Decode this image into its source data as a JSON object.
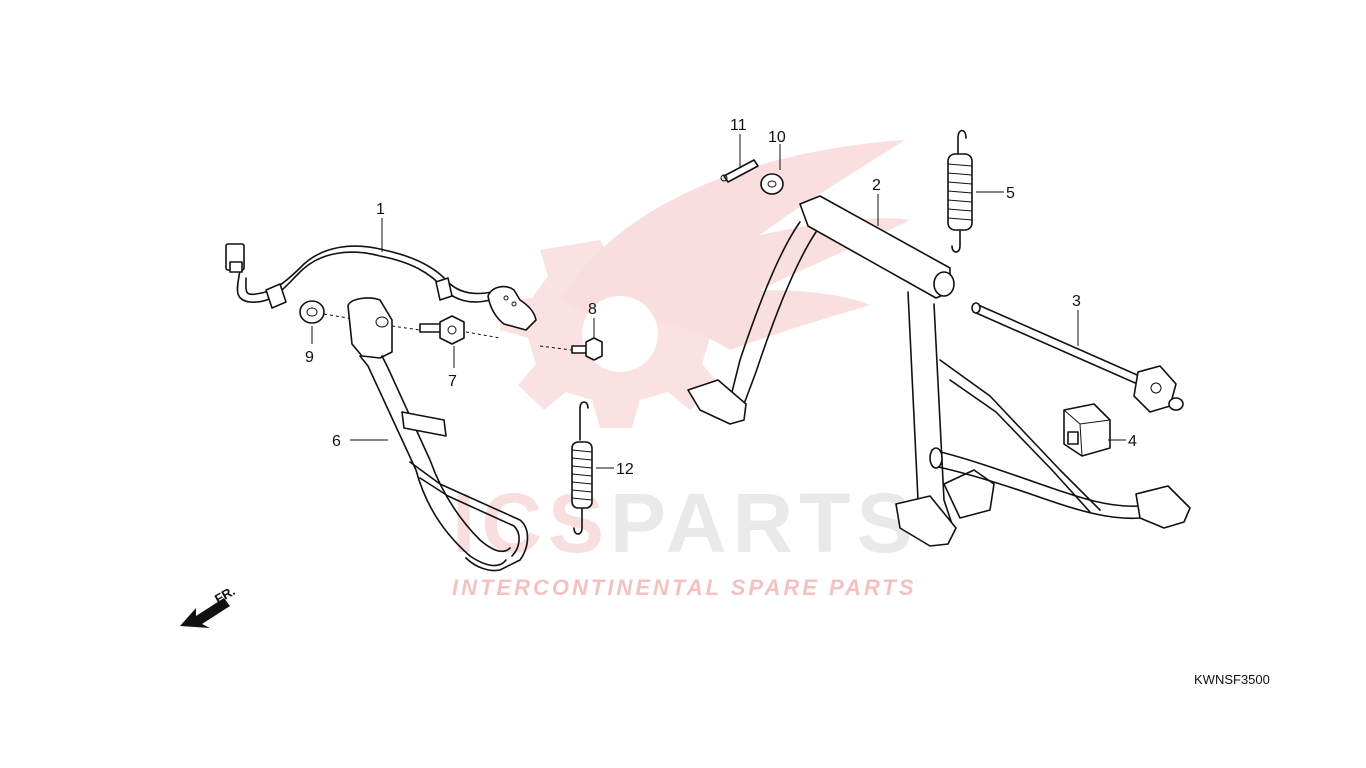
{
  "diagram_code": "KWNSF3500",
  "front_marker": {
    "label": "FR."
  },
  "watermark": {
    "brand": "ICSPARTS",
    "brand_accent_part": "ICS",
    "brand_main_part": "PARTS",
    "tagline": "INTERCONTINENTAL SPARE PARTS",
    "accent_color": "#e03a3a",
    "main_color": "#c8c8c8"
  },
  "callouts": [
    {
      "id": "1",
      "label": "1",
      "part": "wire-harness"
    },
    {
      "id": "2",
      "label": "2",
      "part": "main-stand"
    },
    {
      "id": "3",
      "label": "3",
      "part": "stand-pivot-shaft"
    },
    {
      "id": "4",
      "label": "4",
      "part": "stopper-rubber"
    },
    {
      "id": "5",
      "label": "5",
      "part": "main-stand-spring"
    },
    {
      "id": "6",
      "label": "6",
      "part": "side-stand"
    },
    {
      "id": "7",
      "label": "7",
      "part": "pivot-bolt"
    },
    {
      "id": "8",
      "label": "8",
      "part": "flange-bolt"
    },
    {
      "id": "9",
      "label": "9",
      "part": "nut"
    },
    {
      "id": "10",
      "label": "10",
      "part": "washer"
    },
    {
      "id": "11",
      "label": "11",
      "part": "cotter-pin"
    },
    {
      "id": "12",
      "label": "12",
      "part": "side-stand-spring"
    }
  ]
}
